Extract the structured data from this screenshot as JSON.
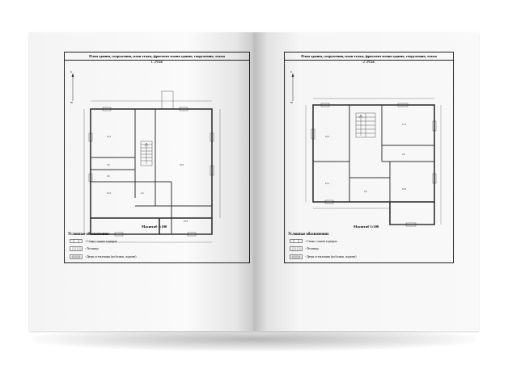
{
  "left_sheet": {
    "title": "План здания, сооружения, план этажа, фрагмент плана здания, сооружения, этажа",
    "floor": "1 Этаж",
    "scale": "Масштаб 1:100",
    "legend_title": "Условные обозначения:",
    "legend": [
      {
        "icon": "wall-door-icon",
        "text": "- Стены с окном и дверью"
      },
      {
        "icon": "stairs-icon",
        "text": "- Лестница"
      },
      {
        "icon": "glazed-door-icon",
        "text": "- Дверь остекленная (на балкон, лоджию)"
      }
    ],
    "north": {
      "top": "С",
      "bottom": "Ю"
    }
  },
  "right_sheet": {
    "title": "План здания, сооружения, план этажа, фрагмент плана здания, сооружения, этажа",
    "floor": "2 Этаж",
    "scale": "Масштаб 1:100",
    "legend_title": "Условные обозначения:",
    "legend": [
      {
        "icon": "wall-door-icon",
        "text": "- Стены с окном и дверью"
      },
      {
        "icon": "stairs-icon",
        "text": "- Лестница"
      },
      {
        "icon": "glazed-door-icon",
        "text": "- Дверь остекленная (на балкон, лоджию)"
      }
    ],
    "north": {
      "top": "С",
      "bottom": "Ю"
    }
  },
  "colors": {
    "wall": "#333333",
    "paper": "#f8f8f8",
    "line": "#222222"
  }
}
